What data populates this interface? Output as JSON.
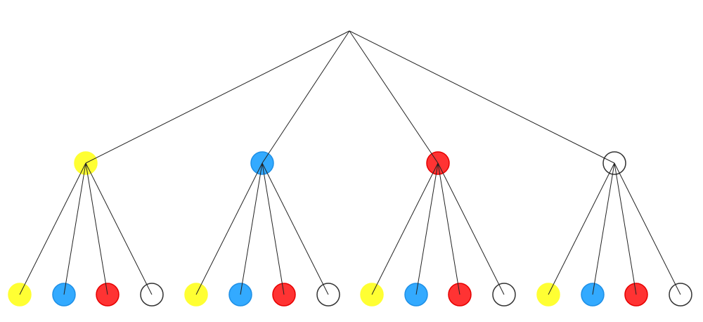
{
  "tree": {
    "node_colors": {
      "yellow": {
        "fill": "#ffff33",
        "stroke": "#ffff33"
      },
      "blue": {
        "fill": "#33aaff",
        "stroke": "#1e8fe6"
      },
      "red": {
        "fill": "#ff3333",
        "stroke": "#e60000"
      },
      "white": {
        "fill": "#ffffff",
        "stroke": "#333333"
      }
    },
    "line_color": "#222222",
    "root": {
      "children": [
        {
          "color": "yellow",
          "children": [
            "yellow",
            "blue",
            "red",
            "white"
          ]
        },
        {
          "color": "blue",
          "children": [
            "yellow",
            "blue",
            "red",
            "white"
          ]
        },
        {
          "color": "red",
          "children": [
            "yellow",
            "blue",
            "red",
            "white"
          ]
        },
        {
          "color": "white",
          "children": [
            "yellow",
            "blue",
            "red",
            "white"
          ]
        }
      ]
    }
  }
}
